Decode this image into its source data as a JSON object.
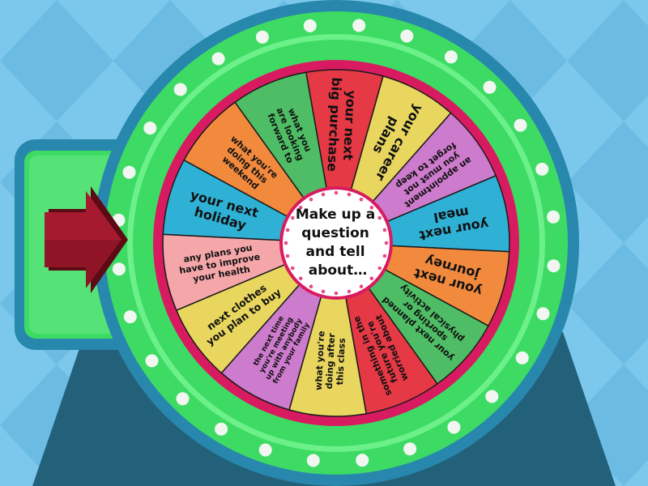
{
  "center_text": [
    "Make up a",
    "question",
    "and tell",
    "about…"
  ],
  "colors": {
    "background": "#7cc8ec",
    "background_pattern": "#6cbbe2",
    "stand": "#23607a",
    "outer_ring": "#2787ac",
    "rim": "#3ddb63",
    "rim_light": "#6cf08a",
    "inner_ring": "#d81b60",
    "hub": "#ffffff",
    "hub_dots": "#e64a8a",
    "pointer": "#7a0e1c",
    "light_bulbs": "#f1f6f1"
  },
  "pointer_icon": "arrow-right-icon",
  "segments": [
    {
      "lines": [
        "your next",
        "big purchase"
      ],
      "color": "#e53945",
      "size": "large"
    },
    {
      "lines": [
        "your career",
        "plans"
      ],
      "color": "#e8d65e",
      "size": "large"
    },
    {
      "lines": [
        "an appointment",
        "you must not",
        "forget to keep"
      ],
      "color": "#cd7bcd",
      "size": "small"
    },
    {
      "lines": [
        "your next",
        "meal"
      ],
      "color": "#2fb0d5",
      "size": "large"
    },
    {
      "lines": [
        "your next",
        "journey"
      ],
      "color": "#f28a3e",
      "size": "large"
    },
    {
      "lines": [
        "your next planned",
        "sporting or",
        "physical activity"
      ],
      "color": "#4fbd65",
      "size": "small"
    },
    {
      "lines": [
        "something in the",
        "future you're",
        "worried about"
      ],
      "color": "#e53945",
      "size": "small"
    },
    {
      "lines": [
        "what you're",
        "doing after",
        "this class"
      ],
      "color": "#e8d65e",
      "size": "small"
    },
    {
      "lines": [
        "the next time",
        "you're meeting",
        "up with anybody",
        "from your family"
      ],
      "color": "#cd7bcd",
      "size": "tiny"
    },
    {
      "lines": [
        "next clothes",
        "you plan to buy"
      ],
      "color": "#e8d65e",
      "size": "medium"
    },
    {
      "lines": [
        "any plans you",
        "have to improve",
        "your health"
      ],
      "color": "#f4a6a9",
      "size": "small"
    },
    {
      "lines": [
        "your next",
        "holiday"
      ],
      "color": "#2fb0d5",
      "size": "large"
    },
    {
      "lines": [
        "what you're",
        "doing this",
        "weekend"
      ],
      "color": "#f28a3e",
      "size": "small"
    },
    {
      "lines": [
        "what you",
        "are looking",
        "forward to"
      ],
      "color": "#4fbd65",
      "size": "small"
    }
  ]
}
